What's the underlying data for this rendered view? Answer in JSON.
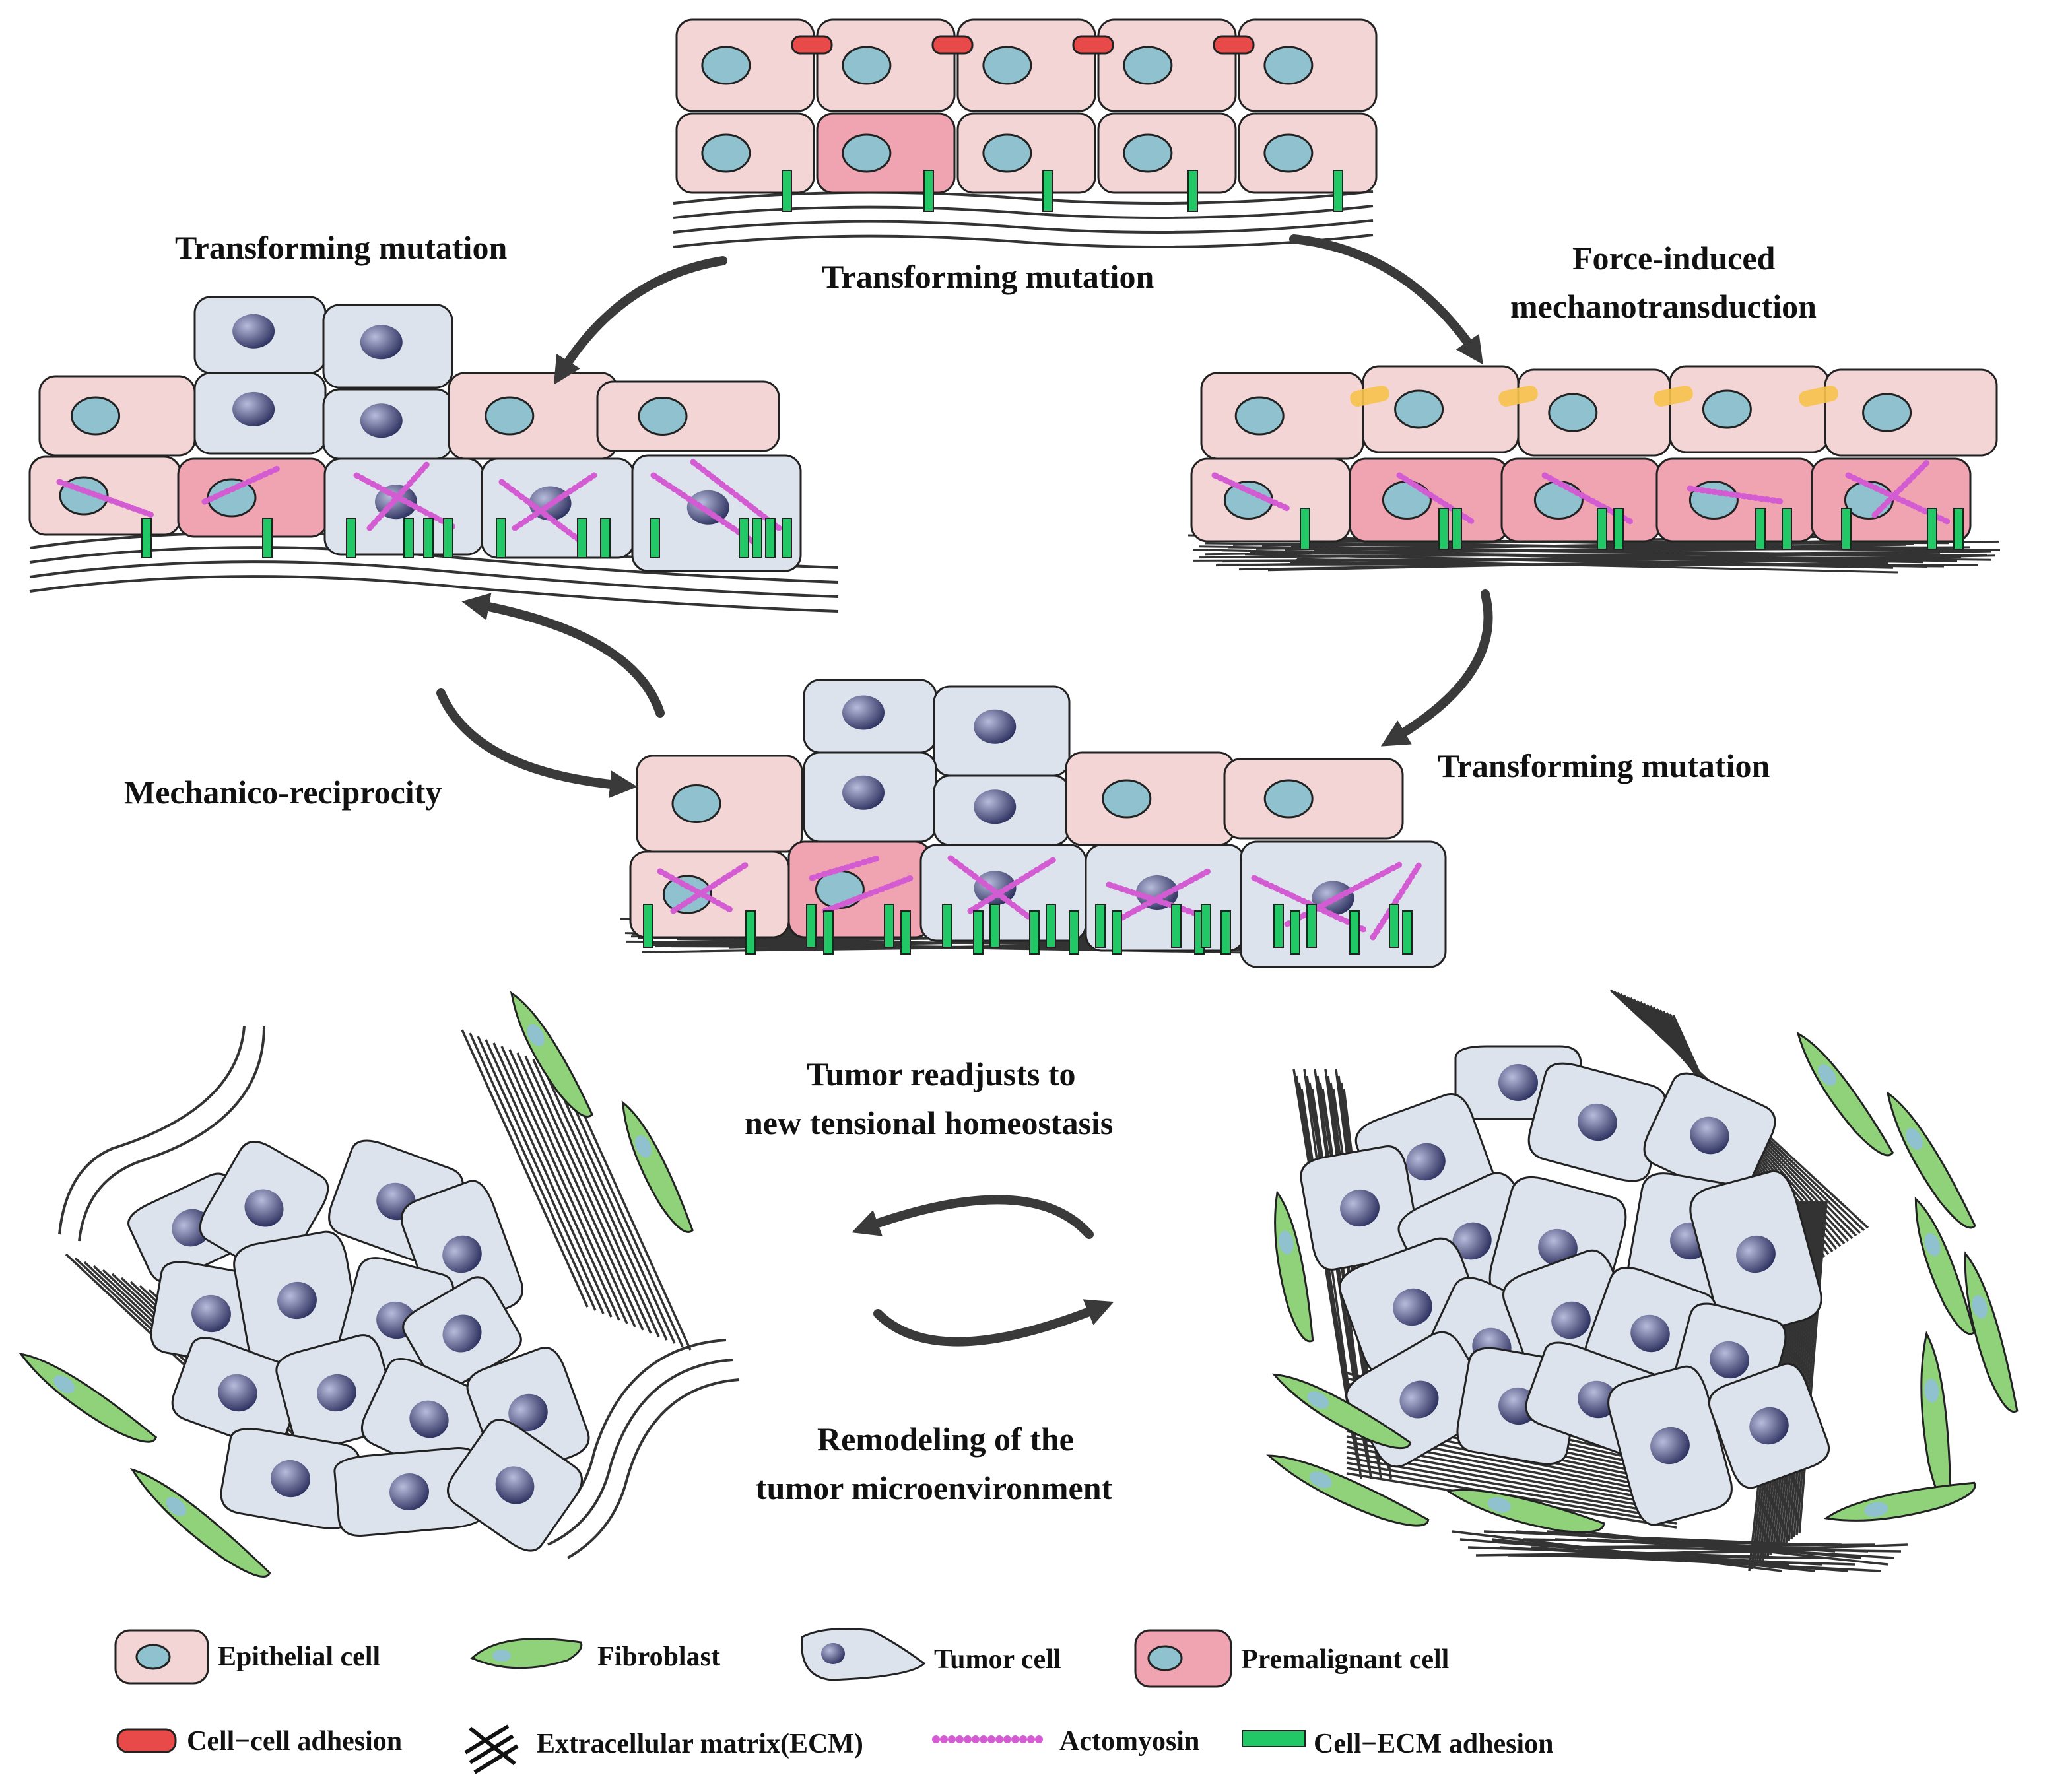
{
  "labels": {
    "top_left": "Transforming mutation",
    "top_center": "Transforming mutation",
    "right_line1": "Force-induced",
    "right_line2": "mechanotransduction",
    "mid_right": "Transforming mutation",
    "mid_left": "Mechanico-reciprocity",
    "tumor_line1": "Tumor readjusts to",
    "tumor_line2": "new tensional homeostasis",
    "remodel_line1": "Remodeling of the",
    "remodel_line2": "tumor microenvironment"
  },
  "legend": {
    "epithelial": "Epithelial cell",
    "fibroblast": "Fibroblast",
    "tumor": "Tumor cell",
    "premalignant": "Premalignant cell",
    "cell_cell": "Cell−cell adhesion",
    "ecm": "Extracellular matrix(ECM)",
    "actomyosin": "Actomyosin",
    "cell_ecm": "Cell−ECM adhesion"
  },
  "colors": {
    "epithelial": "#f3d5d5",
    "premalignant": "#f0a3b0",
    "tumor": "#dde3ec",
    "nucleus_epi": "#8fc1ce",
    "nucleus_tumor": "#4a4f7a",
    "fibroblast": "#8fd27a",
    "adhesion_cc": "#e84a4a",
    "adhesion_ecm": "#22c865",
    "actomyosin": "#d35cd3",
    "force_adhesion": "#f6c24a",
    "arrow": "#3a3a3a"
  }
}
